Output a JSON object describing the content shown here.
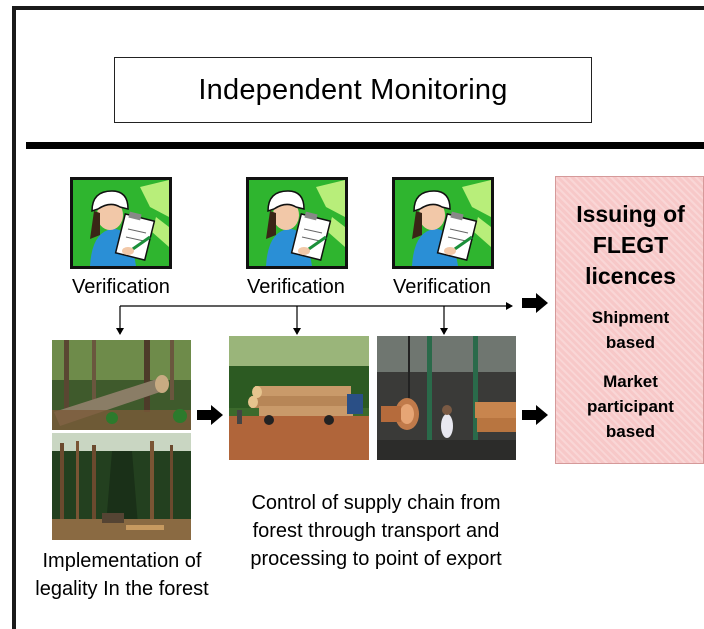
{
  "title": "Independent Monitoring",
  "verification": {
    "labels": [
      "Verification",
      "Verification",
      "Verification"
    ]
  },
  "captions": {
    "forest": [
      "Implementation of",
      "legality In the forest"
    ],
    "supply_chain": [
      "Control of supply chain from",
      "forest through transport and",
      "processing to point of export"
    ]
  },
  "licences": {
    "title": [
      "Issuing of",
      "FLEGT",
      "licences"
    ],
    "shipment": [
      "Shipment",
      "based"
    ],
    "market": [
      "Market",
      "participant",
      "based"
    ]
  },
  "colors": {
    "licence_box": "#f7c8c8",
    "inspector_background": "#2fb52f",
    "arrow": "#000000"
  },
  "icons": [
    "inspector-clipboard-icon",
    "arrow-right-icon"
  ]
}
